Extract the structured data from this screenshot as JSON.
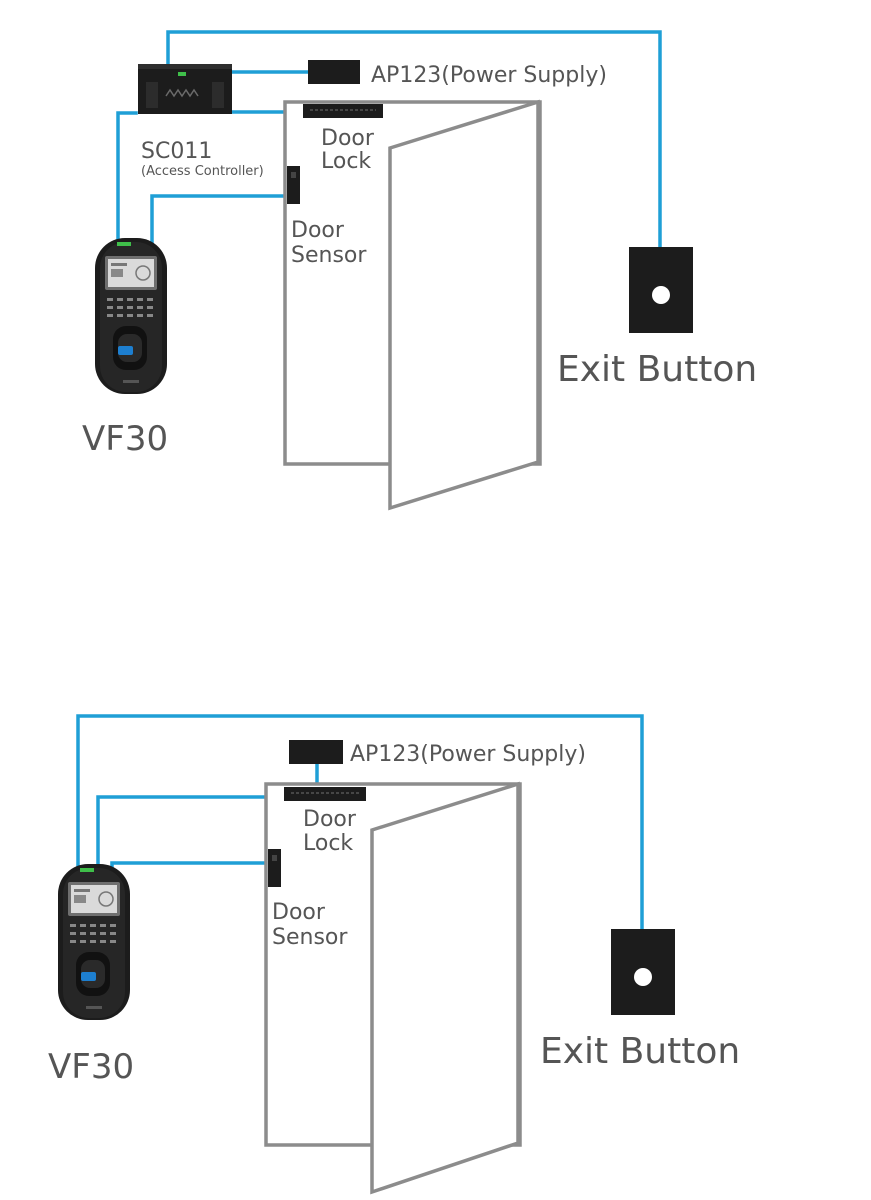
{
  "colors": {
    "wire": "#1f9fd6",
    "door_outline": "#8c8c8c",
    "device_dark": "#1c1c1c",
    "label_text": "#555555"
  },
  "diagram_top": {
    "power_supply_label": "AP123(Power Supply)",
    "controller_name": "SC011",
    "controller_caption": "(Access Controller)",
    "door_lock_label_line1": "Door",
    "door_lock_label_line2": "Lock",
    "door_sensor_label_line1": "Door",
    "door_sensor_label_line2": "Sensor",
    "reader_label": "VF30",
    "exit_button_label": "Exit Button"
  },
  "diagram_bottom": {
    "power_supply_label": "AP123(Power Supply)",
    "door_lock_label_line1": "Door",
    "door_lock_label_line2": "Lock",
    "door_sensor_label_line1": "Door",
    "door_sensor_label_line2": "Sensor",
    "reader_label": "VF30",
    "exit_button_label": "Exit Button"
  }
}
